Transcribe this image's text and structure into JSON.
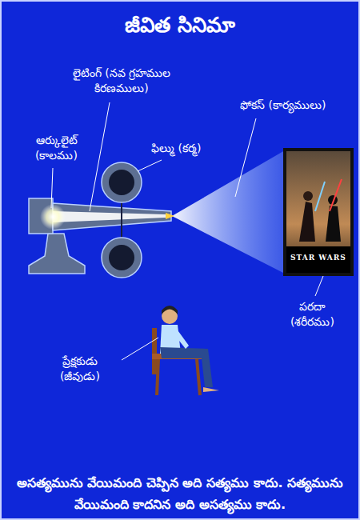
{
  "diagram": {
    "title": "జీవిత సినిమా",
    "caption": "అసత్యమును వేయిమంది చెప్పిన అది సత్యము కాదు. సత్యమును వేయిమంది కాదనిన అది అసత్యము కాదు.",
    "labels": [
      "లైటింగ్ (నవ గ్రహముల కిరణములు)",
      "ఫోకస్ (కార్యములు)",
      "ఆర్కులైట్ (కాలము)",
      "ఫిల్ము (కర్మ)",
      "STAR WARS",
      "పరదా (శరీరము)",
      "ప్రేక్షకుడు (జీవుడు)"
    ]
  }
}
